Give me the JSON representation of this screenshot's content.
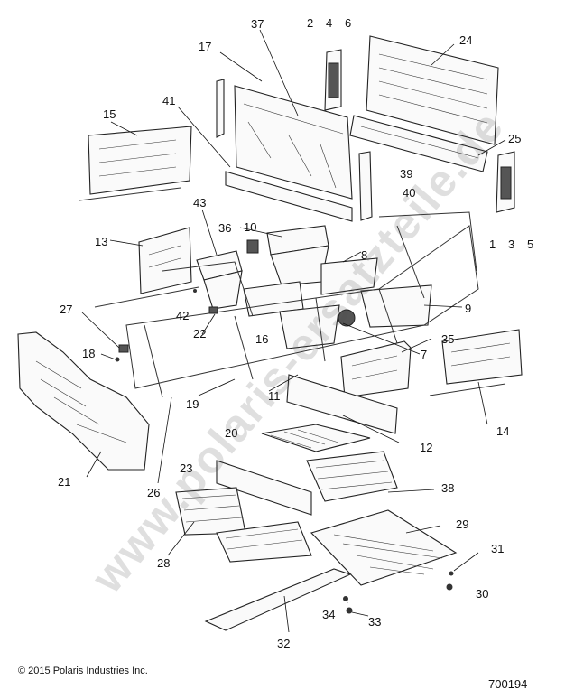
{
  "copyright": "© 2015 Polaris Industries Inc.",
  "drawing_number": "700194",
  "watermark": "www.polaris-ersatzteile.de",
  "callouts": {
    "c1": "1",
    "c2": "2",
    "c3": "3",
    "c4": "4",
    "c5": "5",
    "c6": "6",
    "c7": "7",
    "c8": "8",
    "c9": "9",
    "c10": "10",
    "c11": "11",
    "c12": "12",
    "c13": "13",
    "c14": "14",
    "c15": "15",
    "c16": "16",
    "c17": "17",
    "c18": "18",
    "c19": "19",
    "c20": "20",
    "c21": "21",
    "c22": "22",
    "c23": "23",
    "c24": "24",
    "c25": "25",
    "c26": "26",
    "c27": "27",
    "c28": "28",
    "c29": "29",
    "c30": "30",
    "c31": "31",
    "c32": "32",
    "c33": "33",
    "c34": "34",
    "c35": "35",
    "c36": "36",
    "c37": "37",
    "c38": "38",
    "c39": "39",
    "c40": "40",
    "c41": "41",
    "c42": "42",
    "c43": "43"
  }
}
